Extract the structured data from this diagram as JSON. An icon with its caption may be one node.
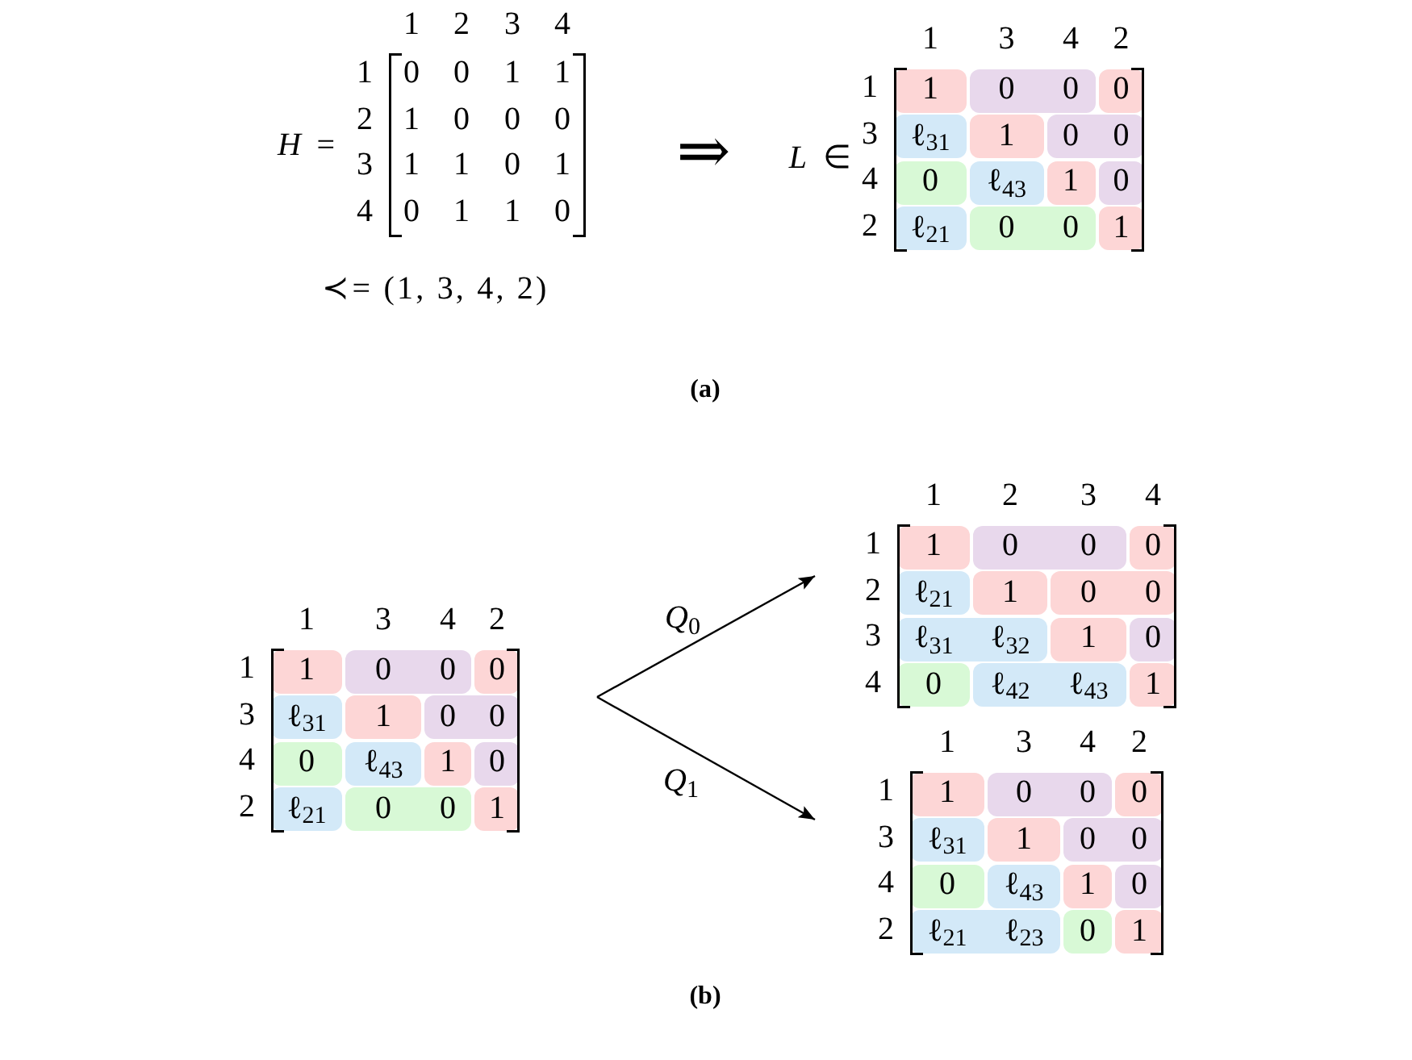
{
  "diagram": {
    "nodes": [
      {
        "text": [
          "1",
          "2",
          "3",
          "4",
          "1",
          "2",
          "3",
          "4",
          "0",
          "0",
          "1",
          "1",
          "1",
          "0",
          "0",
          "0",
          "1",
          "1",
          "0",
          "1",
          "0",
          "1",
          "1",
          "0"
        ],
        "beside": [
          "*H* ="
        ]
      },
      {
        "text": [
          "1",
          "3",
          "4",
          "2",
          "1",
          "3",
          "4",
          "2"
        ],
        "beside": [
          "*L* ∈"
        ]
      },
      {
        "text": [
          "1"
        ],
        "in": 1
      },
      {
        "text": [
          "0",
          "0"
        ],
        "in": 1
      },
      {
        "text": [
          "0"
        ],
        "in": 1
      },
      {
        "text": [
          "ℓ$_{31}$"
        ],
        "in": 1
      },
      {
        "text": [
          "1"
        ],
        "in": 1
      },
      {
        "text": [
          "0",
          "0"
        ],
        "in": 1
      },
      {
        "text": [
          "0"
        ],
        "in": 1
      },
      {
        "text": [
          "ℓ$_{43}$"
        ],
        "in": 1
      },
      {
        "text": [
          "1"
        ],
        "in": 1
      },
      {
        "text": [
          "0"
        ],
        "in": 1
      },
      {
        "text": [
          "ℓ$_{21}$"
        ],
        "in": 1
      },
      {
        "text": [
          "0",
          "0"
        ],
        "in": 1
      },
      {
        "text": [
          "1"
        ],
        "in": 1
      },
      {
        "text": [
          "1",
          "3",
          "4",
          "2",
          "1",
          "3",
          "4",
          "2"
        ]
      },
      {
        "text": [
          "1"
        ],
        "in": 15
      },
      {
        "text": [
          "0",
          "0"
        ],
        "in": 15
      },
      {
        "text": [
          "0"
        ],
        "in": 15
      },
      {
        "text": [
          "ℓ$_{31}$"
        ],
        "in": 15
      },
      {
        "text": [
          "1"
        ],
        "in": 15
      },
      {
        "text": [
          "0",
          "0"
        ],
        "in": 15
      },
      {
        "text": [
          "0"
        ],
        "in": 15
      },
      {
        "text": [
          "ℓ$_{43}$"
        ],
        "in": 15
      },
      {
        "text": [
          "1"
        ],
        "in": 15
      },
      {
        "text": [
          "0"
        ],
        "in": 15
      },
      {
        "text": [
          "ℓ$_{21}$"
        ],
        "in": 15
      },
      {
        "text": [
          "0",
          "0"
        ],
        "in": 15
      },
      {
        "text": [
          "1"
        ],
        "in": 15
      },
      {
        "text": [
          "1",
          "2",
          "3",
          "4",
          "1",
          "2",
          "3",
          "4"
        ]
      },
      {
        "text": [
          "1"
        ],
        "in": 29
      },
      {
        "text": [
          "0",
          "0"
        ],
        "in": 29
      },
      {
        "text": [
          "0"
        ],
        "in": 29
      },
      {
        "text": [
          "ℓ$_{21}$"
        ],
        "in": 29
      },
      {
        "text": [
          "1"
        ],
        "in": 29
      },
      {
        "text": [
          "0",
          "0"
        ],
        "in": 29
      },
      {
        "text": [
          "ℓ$_{31}$",
          "ℓ$_{32}$"
        ],
        "in": 29
      },
      {
        "text": [
          "1"
        ],
        "in": 29
      },
      {
        "text": [
          "0"
        ],
        "in": 29
      },
      {
        "text": [
          "0"
        ],
        "in": 29
      },
      {
        "text": [
          "ℓ$_{42}$",
          "ℓ$_{43}$"
        ],
        "in": 29
      },
      {
        "text": [
          "1"
        ],
        "in": 29
      },
      {
        "text": [
          "1",
          "3",
          "4",
          "2",
          "1",
          "3",
          "4",
          "2"
        ]
      },
      {
        "text": [
          "1"
        ],
        "in": 42
      },
      {
        "text": [
          "0",
          "0"
        ],
        "in": 42
      },
      {
        "text": [
          "0"
        ],
        "in": 42
      },
      {
        "text": [
          "ℓ$_{31}$"
        ],
        "in": 42
      },
      {
        "text": [
          "1"
        ],
        "in": 42
      },
      {
        "text": [
          "0",
          "0"
        ],
        "in": 42
      },
      {
        "text": [
          "0"
        ],
        "in": 42
      },
      {
        "text": [
          "ℓ$_{43}$"
        ],
        "in": 42
      },
      {
        "text": [
          "1"
        ],
        "in": 42
      },
      {
        "text": [
          "0"
        ],
        "in": 42
      },
      {
        "text": [
          "ℓ$_{21}$",
          "ℓ$_{23}$"
        ],
        "in": 42
      },
      {
        "text": [
          "0"
        ],
        "in": 42
      },
      {
        "text": [
          "1"
        ],
        "in": 42
      }
    ],
    "edges": [
      {
        "from": null,
        "to": 29,
        "arrow": "to",
        "label": "*Q*$_{0}$"
      },
      {
        "from": null,
        "to": 42,
        "arrow": "to",
        "label": "*Q*$_{1}$"
      }
    ],
    "labels": [
      "⇒",
      "≺= (1, 3, 4, 2)",
      "(a)",
      "(b)"
    ]
  }
}
